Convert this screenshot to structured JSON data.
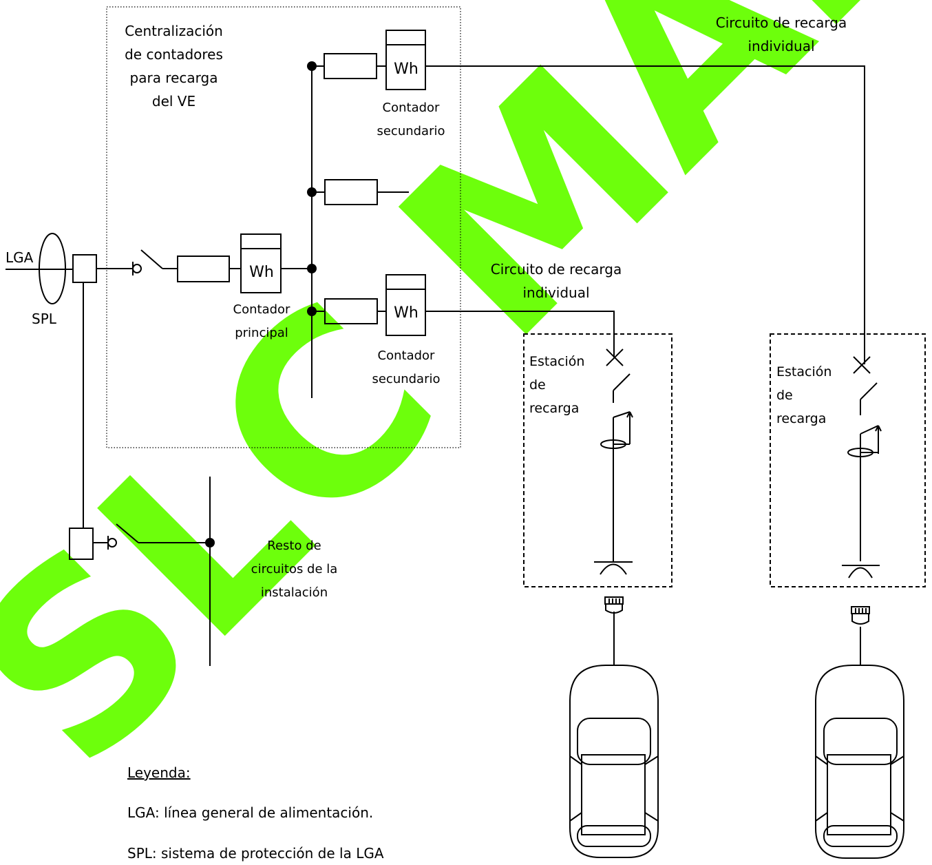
{
  "watermark": "SLC MADRID",
  "labels": {
    "centralizacion": [
      "Centralización",
      "de contadores",
      "para recarga",
      "del VE"
    ],
    "lga": "LGA",
    "spl": "SPL",
    "wh": "Wh",
    "contador_principal": [
      "Contador",
      "principal"
    ],
    "contador_secundario": [
      "Contador",
      "secundario"
    ],
    "circuito_recarga": [
      "Circuito de recarga",
      "individual"
    ],
    "estacion_recarga": [
      "Estación",
      "de",
      "recarga"
    ],
    "resto_circuitos": [
      "Resto de",
      "circuitos de la",
      "instalación"
    ]
  },
  "legend": {
    "title": "Leyenda:",
    "items": [
      "LGA: línea general de alimentación.",
      "SPL: sistema de protección de la LGA"
    ]
  }
}
